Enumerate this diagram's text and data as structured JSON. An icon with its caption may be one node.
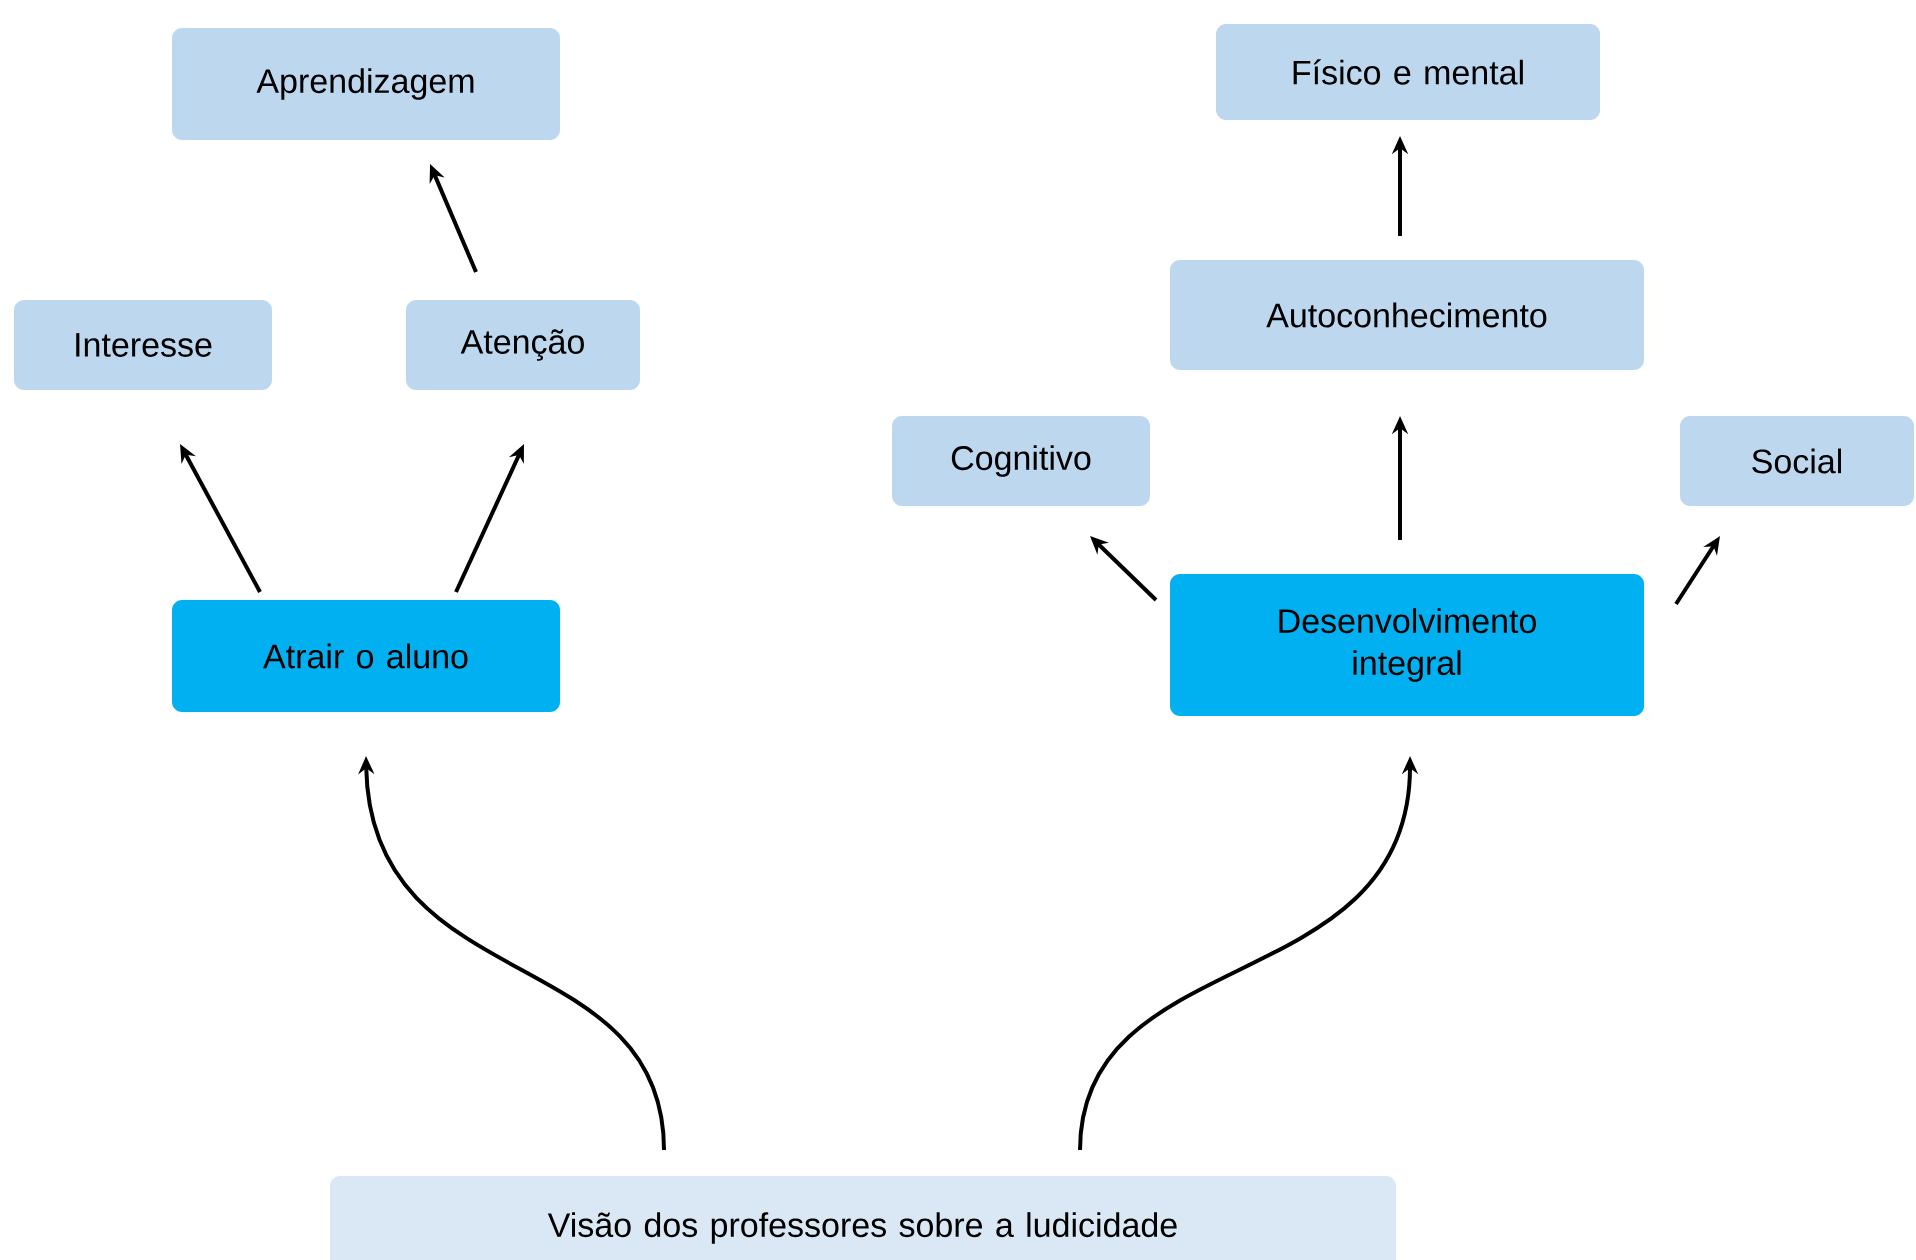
{
  "diagram": {
    "nodes": [
      {
        "text": [
          "Aprendizagem"
        ]
      },
      {
        "text": [
          "Interesse"
        ]
      },
      {
        "text": [
          "Atenção"
        ]
      },
      {
        "text": [
          "Atrair o aluno"
        ]
      },
      {
        "text": [
          "Físico e mental"
        ]
      },
      {
        "text": [
          "Autoconhecimento"
        ]
      },
      {
        "text": [
          "Cognitivo"
        ]
      },
      {
        "text": [
          "Social"
        ]
      },
      {
        "text": [
          "Desenvolvimento integral"
        ]
      },
      {
        "text": [
          "Visão dos professores sobre a ludicidade"
        ]
      }
    ],
    "edges": [
      {
        "from": 3,
        "to": 1,
        "arrow": "to"
      },
      {
        "from": 3,
        "to": 2,
        "arrow": "to"
      },
      {
        "from": 2,
        "to": 0,
        "arrow": "to"
      },
      {
        "from": 8,
        "to": 6,
        "arrow": "to"
      },
      {
        "from": 8,
        "to": 5,
        "arrow": "to"
      },
      {
        "from": 8,
        "to": 7,
        "arrow": "to"
      },
      {
        "from": 5,
        "to": 4,
        "arrow": "to"
      },
      {
        "from": 9,
        "to": 3,
        "arrow": "to"
      },
      {
        "from": 9,
        "to": 8,
        "arrow": "to"
      }
    ]
  }
}
